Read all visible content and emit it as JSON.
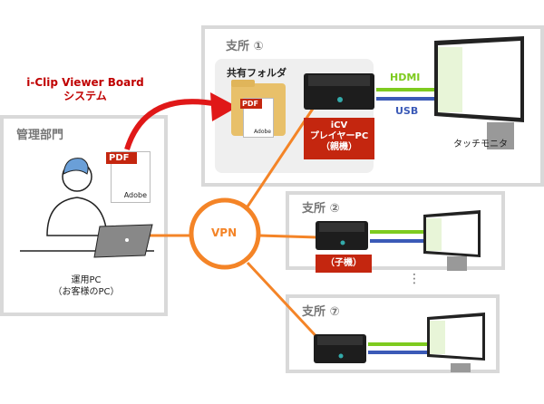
{
  "system_title": {
    "line1": "i-Clip Viewer Board",
    "line2": "システム"
  },
  "headquarters": {
    "title": "管理部門",
    "pc_label_line1": "運用PC",
    "pc_label_line2": "（お客様のPC）",
    "pdf_icon": {
      "tag": "PDF",
      "brand": "Adobe"
    }
  },
  "vpn": {
    "label": "VPN"
  },
  "branches": [
    {
      "title": "支所 ①",
      "shared_folder_label": "共有フォルダ",
      "folder_pdf": {
        "tag": "PDF",
        "brand": "Adobe"
      },
      "player_label_line1": "iCV",
      "player_label_line2": "プレイヤーPC",
      "player_label_line3": "（親機）",
      "hdmi_label": "HDMI",
      "usb_label": "USB",
      "monitor_label": "タッチモニタ"
    },
    {
      "title": "支所 ②",
      "player_label": "（子機）"
    },
    {
      "title": "支所 ⑦"
    }
  ],
  "ellipsis": "⋮",
  "colors": {
    "brand_red": "#c00000",
    "tag_red": "#c4260f",
    "vpn_orange": "#f48427",
    "hdmi_green": "#7ecb1f",
    "usb_blue": "#3b5ab7",
    "box_border": "#d9d9d9"
  }
}
